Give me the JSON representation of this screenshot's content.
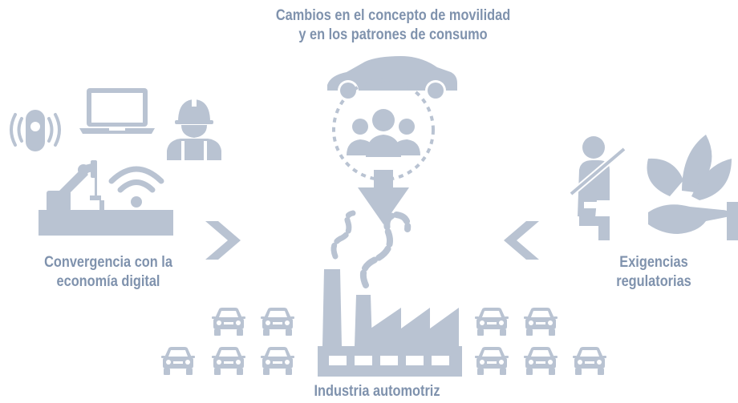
{
  "labels": {
    "top": [
      "Cambios en el concepto de movilidad",
      "y en los patrones de consumo"
    ],
    "left": [
      "Convergencia con la",
      "economía digital"
    ],
    "right": [
      "Exigencias",
      "regulatorias"
    ],
    "bottom": "Industria automotriz"
  },
  "colors": {
    "icon": "#b9c3d2",
    "text": "#7f92ad"
  },
  "icons": [
    "wireless-sensor-icon",
    "laptop-icon",
    "construction-worker-icon",
    "robot-arm-icon",
    "wifi-icon",
    "car-icon",
    "people-group-icon",
    "seatbelt-passenger-icon",
    "leaf-hand-icon",
    "factory-icon",
    "arrow-icon"
  ]
}
